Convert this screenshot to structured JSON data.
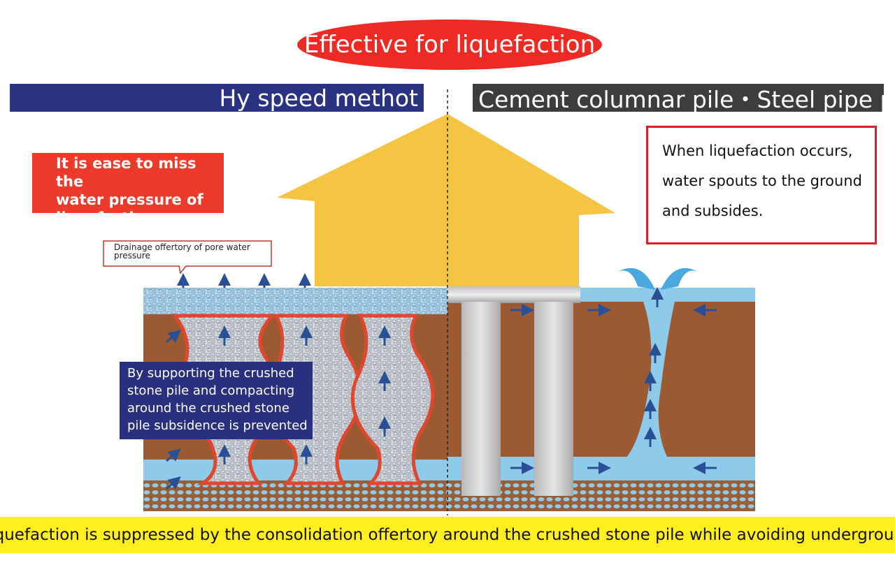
{
  "title": "Effective for liquefaction",
  "left_header": "Hy speed methot",
  "right_header": "Cement columnar pile・Steel pipe pile",
  "warning": [
    "It is ease to miss the",
    "water pressure of",
    "liquefaction."
  ],
  "callout_right": [
    "When liquefaction occurs,",
    "water spouts to the ground",
    "and subsides."
  ],
  "drainage_label": "Drainage offertory of pore water pressure",
  "support_note": [
    "By supporting the crushed",
    "stone pile and compacting",
    "around the crushed stone",
    "pile subsidence is prevented"
  ],
  "bottom_banner": "Liquefaction is suppressed by the consolidation offertory around the crushed stone pile while avoiding underground",
  "colors": {
    "title_red": "#ee2a24",
    "left_header_blue": "#2a3381",
    "right_header_gray": "#3d3d3d",
    "house_yellow": "#f6c443",
    "soil_brown": "#9c5a32",
    "water_blue": "#8ecbea",
    "banner_yellow": "#fff01d"
  }
}
